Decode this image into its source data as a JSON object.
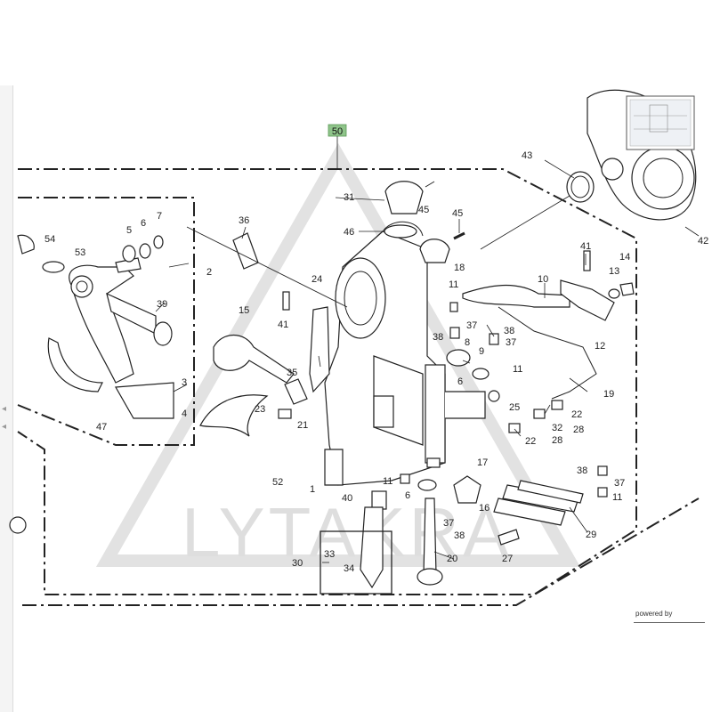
{
  "diagram": {
    "group_label": "50",
    "watermark": "LYTAKRA",
    "powered_by": "powered by",
    "callouts": [
      "1",
      "2",
      "3",
      "4",
      "5",
      "6",
      "7",
      "8",
      "9",
      "10",
      "11",
      "12",
      "13",
      "14",
      "15",
      "16",
      "17",
      "18",
      "19",
      "20",
      "21",
      "22",
      "23",
      "24",
      "25",
      "27",
      "28",
      "29",
      "30",
      "31",
      "32",
      "33",
      "34",
      "35",
      "36",
      "37",
      "38",
      "39",
      "40",
      "41",
      "42",
      "43",
      "45",
      "46",
      "47",
      "52",
      "53",
      "54"
    ]
  },
  "colors": {
    "group_label_bg": "#8fc48a",
    "line": "#222222",
    "watermark": "#d8d8d8"
  }
}
